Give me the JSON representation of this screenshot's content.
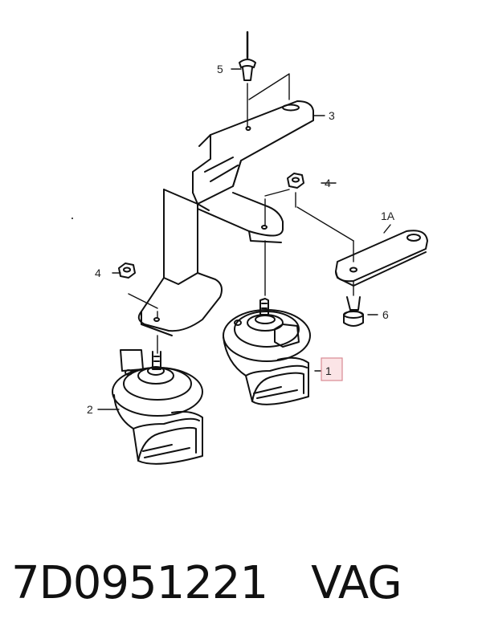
{
  "diagram": {
    "callouts": {
      "c1": "1",
      "c1a": "1A",
      "c2": "2",
      "c3": "3",
      "c4a": "4",
      "c4b": "4",
      "c5": "5",
      "c6": "6"
    },
    "highlight_color": "#f4c7cc"
  },
  "caption": {
    "part_number": "7D0951221",
    "brand": "VAG"
  }
}
